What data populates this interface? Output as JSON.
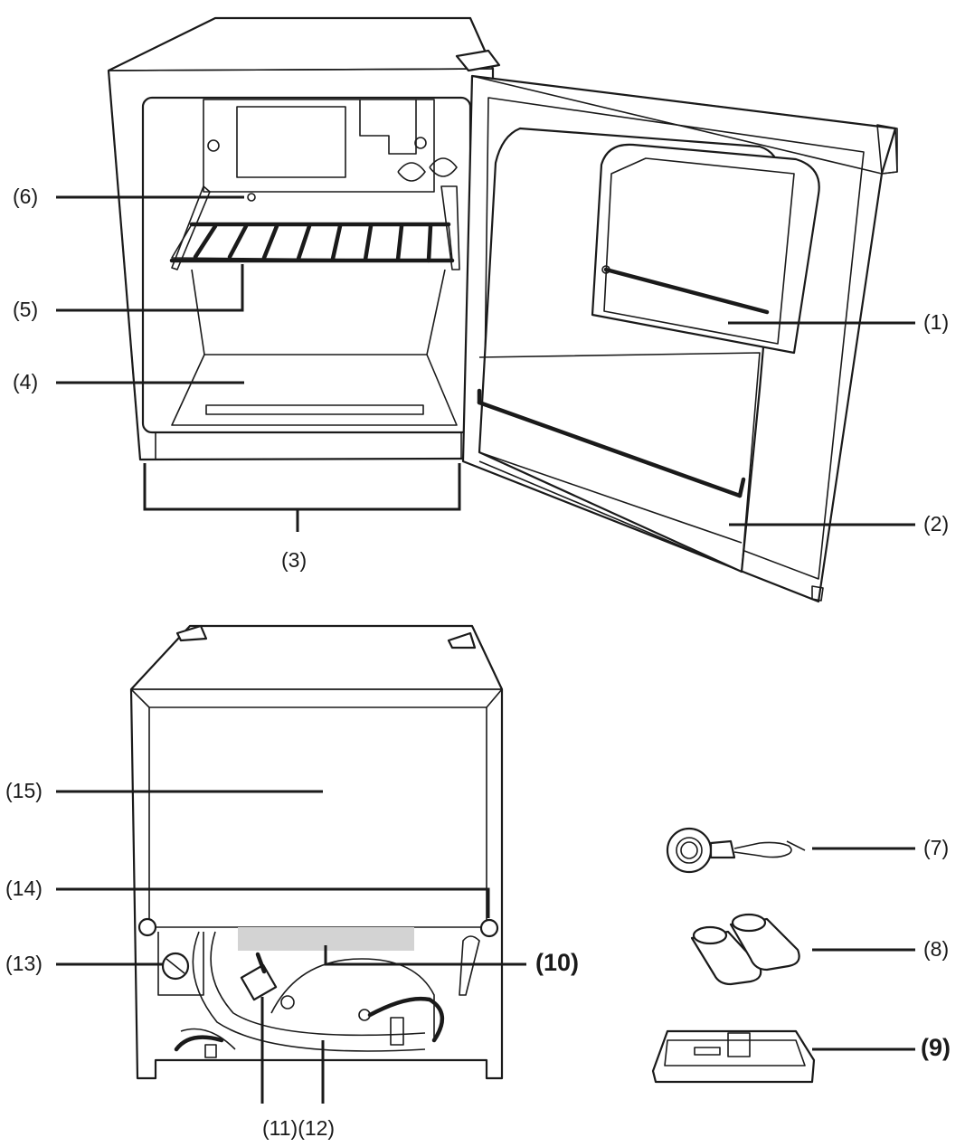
{
  "labels": {
    "l1": "(1)",
    "l2": "(2)",
    "l3": "(3)",
    "l4": "(4)",
    "l5": "(5)",
    "l6": "(6)",
    "l7": "(7)",
    "l8": "(8)",
    "l9": "(9)",
    "l10": "(10)",
    "l1112": "(11)(12)",
    "l13": "(13)",
    "l14": "(14)",
    "l15": "(15)"
  }
}
